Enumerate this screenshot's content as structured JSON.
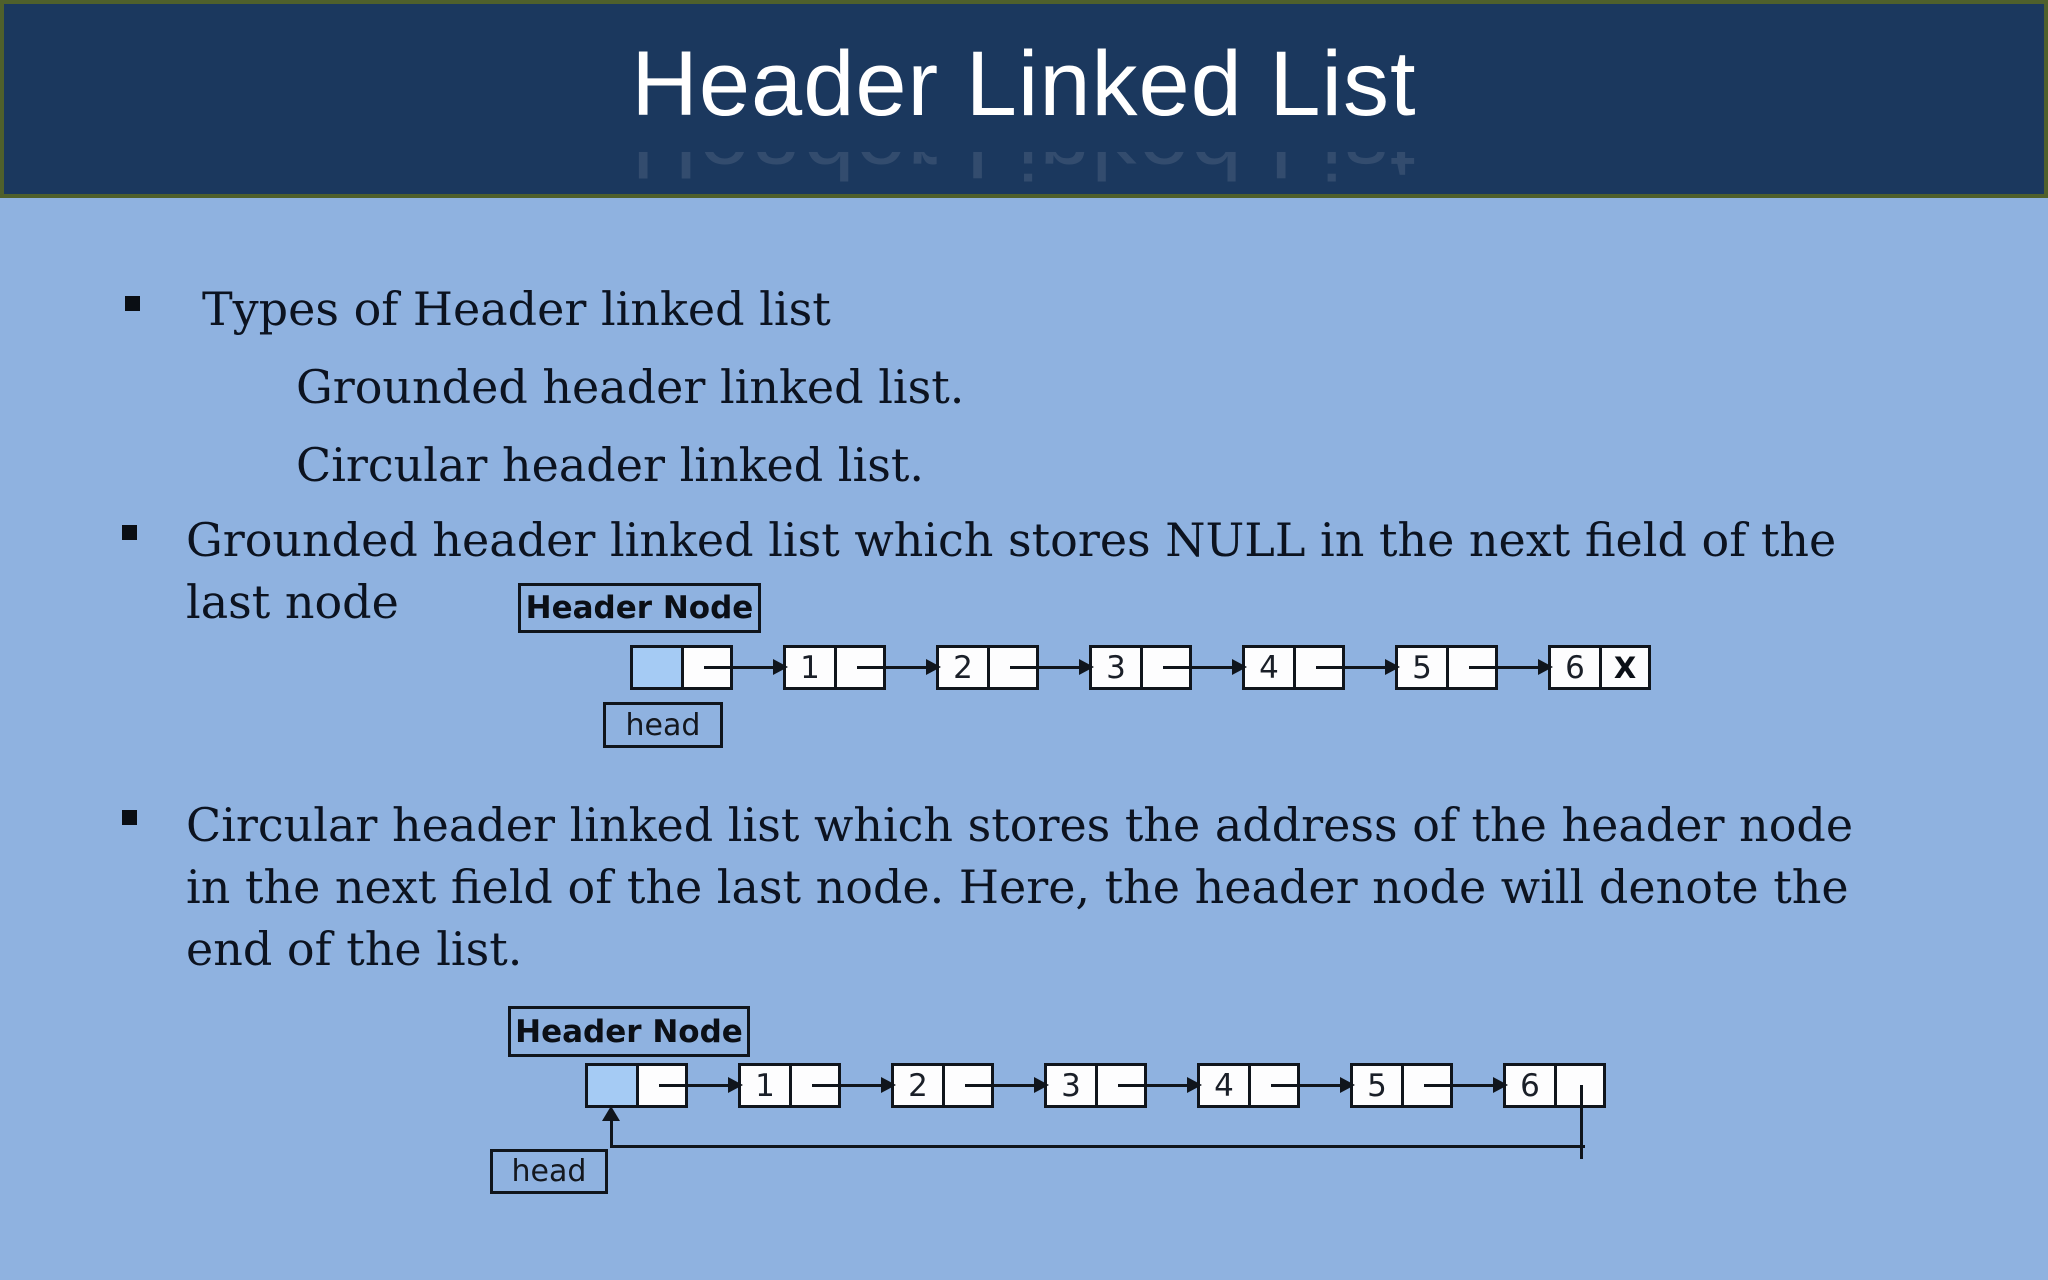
{
  "header": {
    "title": "Header Linked List"
  },
  "bullets": {
    "b1": "Types of Header linked list",
    "sub1": "Grounded header linked list.",
    "sub2": "Circular header linked list.",
    "b2": [
      "Grounded header linked list which stores NULL in the next field of the",
      "last node"
    ],
    "b3": [
      "Circular header linked list which stores the address of the header node",
      "in the next field of the last node. Here, the header node will denote the",
      "end of the list."
    ]
  },
  "diagram_grounded": {
    "type": "grounded",
    "label": "Header Node",
    "head": "head",
    "values": [
      "1",
      "2",
      "3",
      "4",
      "5",
      "6"
    ],
    "null_marker": "X"
  },
  "diagram_circular": {
    "type": "circular",
    "label": "Header Node",
    "head": "head",
    "values": [
      "1",
      "2",
      "3",
      "4",
      "5",
      "6"
    ]
  },
  "colors": {
    "slide_bg": "#8fb2e0",
    "band_bg": "#1b385e",
    "band_border": "#4f602c",
    "node_fill": "#a5cbf4",
    "cell_bg": "#fdfdfe",
    "line": "#10151c",
    "text": "#0c1320",
    "title": "#ffffff"
  }
}
